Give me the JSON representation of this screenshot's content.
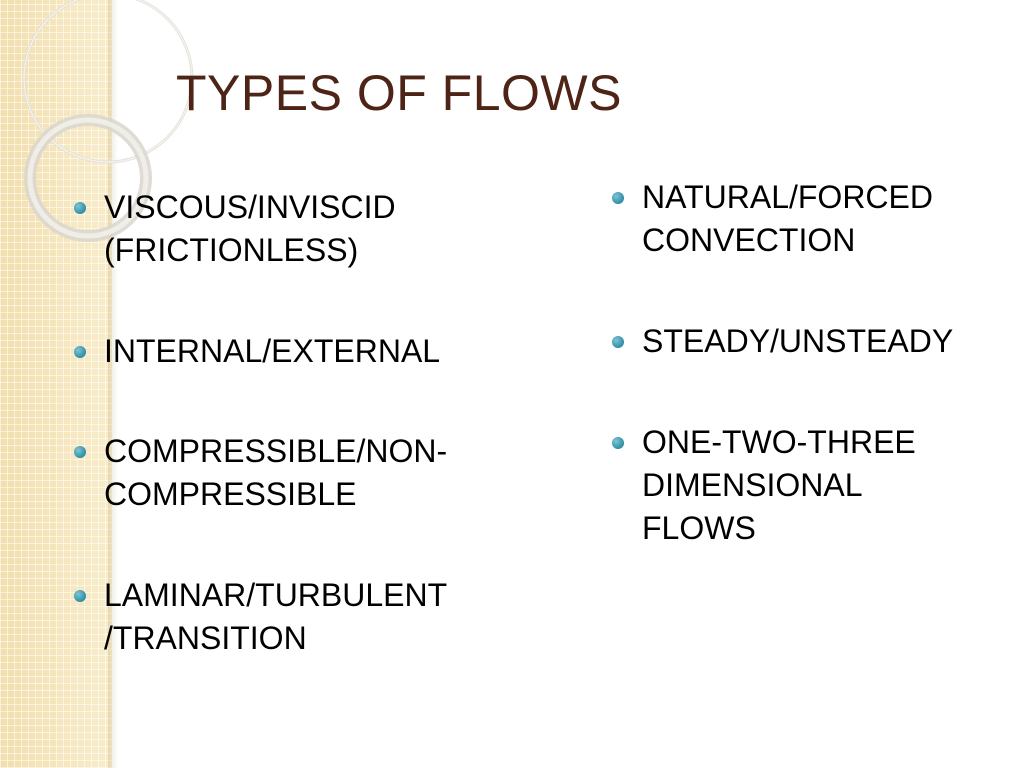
{
  "slide": {
    "title": "TYPES OF FLOWS",
    "left_items": [
      {
        "line1": "VISCOUS/INVISCID",
        "line2": "(FRICTIONLESS)"
      },
      {
        "line1": "INTERNAL/EXTERNAL",
        "line2": ""
      },
      {
        "line1": "COMPRESSIBLE/NON-",
        "line2": "COMPRESSIBLE"
      },
      {
        "line1": "LAMINAR/TURBULENT",
        "line2": "/TRANSITION"
      }
    ],
    "right_items": [
      {
        "line1": "NATURAL/FORCED",
        "line2": "CONVECTION",
        "line3": ""
      },
      {
        "line1": "STEADY/UNSTEADY",
        "line2": "",
        "line3": ""
      },
      {
        "line1": "ONE-TWO-THREE",
        "line2": "DIMENSIONAL",
        "line3": "FLOWS"
      }
    ]
  },
  "colors": {
    "title": "#4e2416",
    "bullet": "#2e8ea5",
    "side_strip": "#f6e7bf"
  },
  "icons": {
    "bullet": "bullet-icon",
    "decoration": "rings-decoration-icon"
  }
}
